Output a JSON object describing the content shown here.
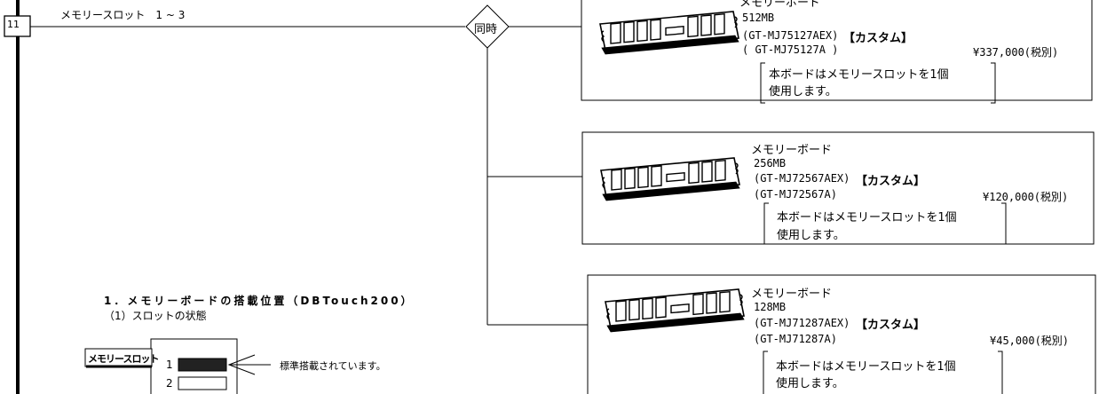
{
  "header": {
    "item_number": "11",
    "item_label": "メモリースロット　1 ~ 3",
    "simultaneous_label": "同時"
  },
  "boards": [
    {
      "title": "メモリーボード",
      "capacity": "512MB",
      "model_custom": "(GT-MJ75127AEX)",
      "custom_tag": "【カスタム】",
      "model": "( GT-MJ75127A )",
      "price": "¥337,000(税別)",
      "note_line1": "本ボードはメモリースロットを1個",
      "note_line2": "使用します。"
    },
    {
      "title": "メモリーボード",
      "capacity": "256MB",
      "model_custom": "(GT-MJ72567AEX)",
      "custom_tag": "【カスタム】",
      "model": "(GT-MJ72567A)",
      "price": "¥120,000(税別)",
      "note_line1": "本ボードはメモリースロットを1個",
      "note_line2": "使用します。"
    },
    {
      "title": "メモリーボード",
      "capacity": "128MB",
      "model_custom": "(GT-MJ71287AEX)",
      "custom_tag": "【カスタム】",
      "model": "(GT-MJ71287A)",
      "price": "¥45,000(税別)",
      "note_line1": "本ボードはメモリースロットを1個",
      "note_line2": "使用します。"
    }
  ],
  "layout_section": {
    "heading": "1．メモリーボードの搭載位置（DBTouch200）",
    "subheading": "（1）スロットの状態",
    "slot_label": "メモリースロット",
    "slots": [
      {
        "number": "1",
        "filled": true
      },
      {
        "number": "2",
        "filled": false
      }
    ],
    "standard_note": "標準搭載されています。"
  }
}
